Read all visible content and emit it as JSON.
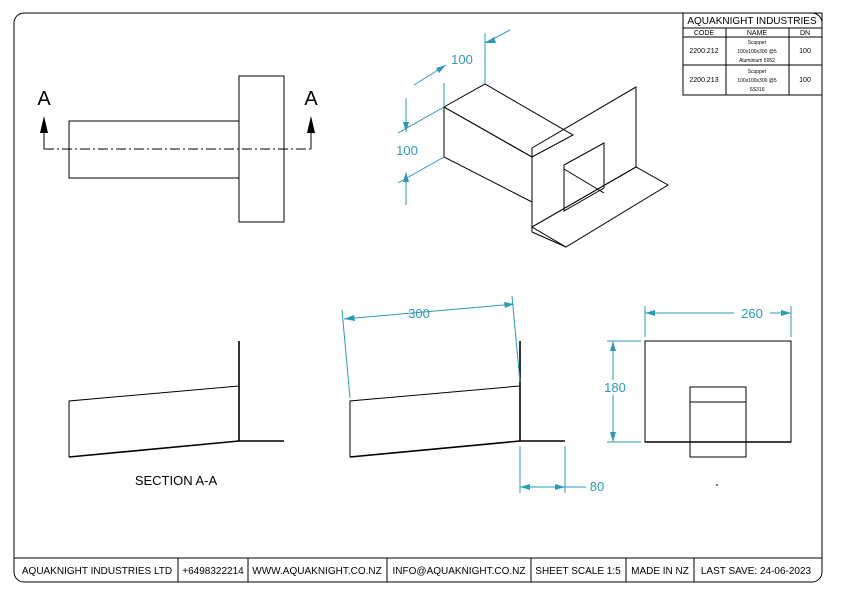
{
  "title_block": {
    "company": "AQUAKNIGHT INDUSTRIES",
    "columns": [
      "CODE",
      "NAME",
      "DN"
    ],
    "rows": [
      {
        "code": "2200.212",
        "name_lines": [
          "Scupper",
          "100x100x300 @5",
          "Aluminium 5052"
        ],
        "dn": "100"
      },
      {
        "code": "2200.213",
        "name_lines": [
          "Scupper",
          "100x100x300 @5",
          "SS316"
        ],
        "dn": "100"
      }
    ]
  },
  "section_markers": {
    "left": "A",
    "right": "A"
  },
  "dimensions": {
    "iso_width": "100",
    "iso_height": "100",
    "side_length": "300",
    "side_flange": "80",
    "front_width": "260",
    "front_height": "180"
  },
  "section_label": "SECTION A-A",
  "footer": {
    "company": "AQUAKNIGHT INDUSTRIES LTD",
    "phone": "+6498322214",
    "website": "WWW.AQUAKNIGHT.CO.NZ",
    "email": "INFO@AQUAKNIGHT.CO.NZ",
    "scale": "SHEET SCALE 1:5",
    "origin": "MADE IN NZ",
    "last_save": "LAST SAVE: 24-06-2023"
  },
  "colors": {
    "dimension": "#2a9ab8",
    "line": "#000000"
  }
}
